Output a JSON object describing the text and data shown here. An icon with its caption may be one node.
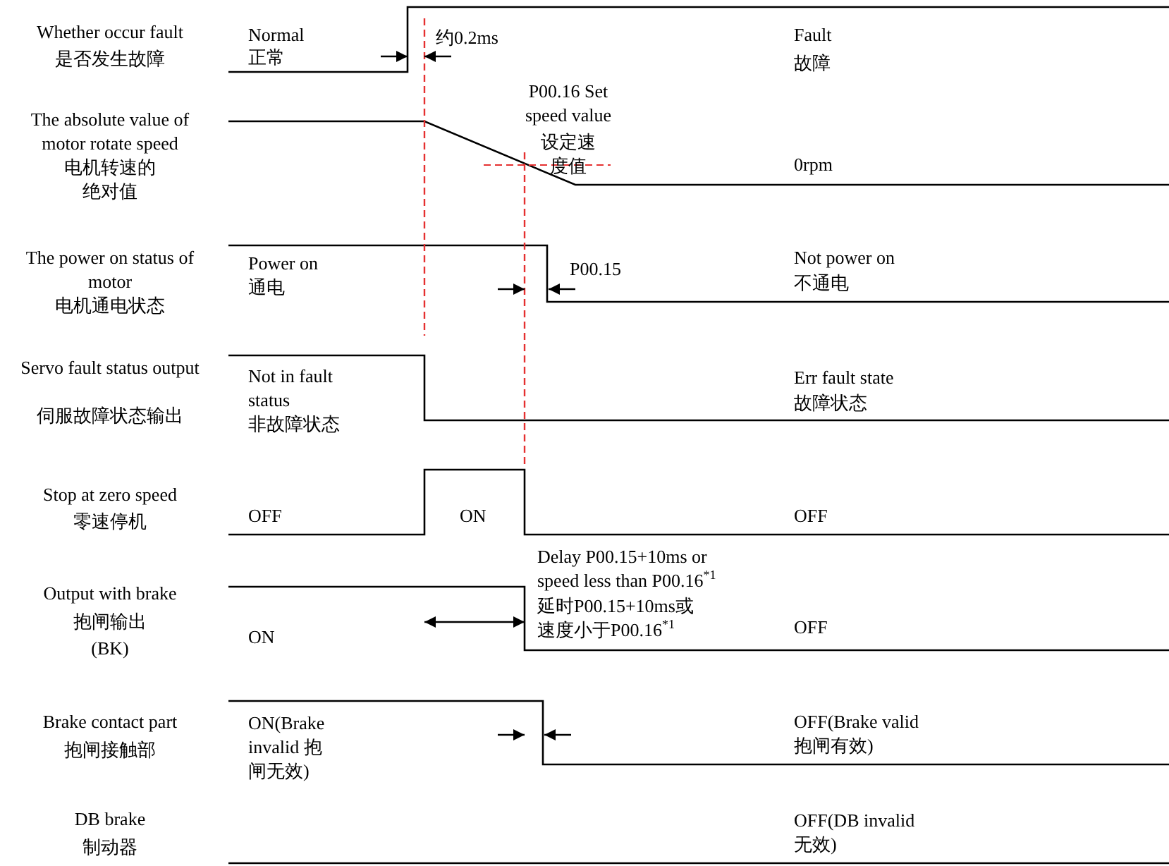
{
  "diagram": {
    "labels": [
      "Whether occur fault",
      "是否发生故障",
      "Normal",
      "正常",
      "约0.2ms",
      "Fault",
      "故障",
      "The absolute value of motor rotate speed",
      "电机转速的绝对值",
      "P00.16 Set speed value",
      "设定速度值",
      "0rpm",
      "The power on status of motor",
      "电机通电状态",
      "Power on",
      "通电",
      "P00.15",
      "Not power on",
      "不通电",
      "Servo fault status output",
      "伺服故障状态输出",
      "Not in fault status",
      "非故障状态",
      "Err fault state",
      "故障状态",
      "Stop at zero speed",
      "零速停机",
      "OFF",
      "ON",
      "OFF",
      "Delay P00.15+10ms or speed less than P00.16$^{*1}$",
      "延时P00.15+10ms或速度小于P00.16$^{*1}$",
      "Output with brake",
      "抱闸输出",
      "(BK)",
      "ON",
      "OFF",
      "Brake contact part",
      "抱闸接触部",
      "ON(Brake invalid 抱闸无效)",
      "OFF(Brake valid 抱闸有效)",
      "DB brake",
      "制动器",
      "OFF(DB invalid 无效)"
    ]
  }
}
